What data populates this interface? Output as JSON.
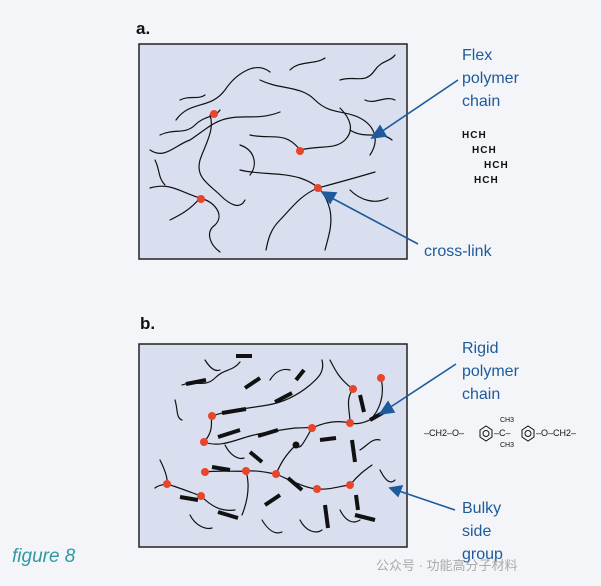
{
  "panels": {
    "a": {
      "label": "a."
    },
    "b": {
      "label": "b."
    }
  },
  "callouts": {
    "flex": {
      "line1": "Flex",
      "line2": "polymer",
      "line3": "chain"
    },
    "crosslink": {
      "text": "cross-link"
    },
    "rigid": {
      "line1": "Rigid",
      "line2": "polymer",
      "line3": "chain"
    },
    "bulky": {
      "line1": "Bulky",
      "line2": "side",
      "line3": "group"
    }
  },
  "flex_formula": [
    "HCH",
    "HCH",
    "HCH",
    "HCH"
  ],
  "rigid_formula": {
    "left": "–CH2–O–",
    "middle": "–C–",
    "right": "–O–CH2–",
    "top": "CH3",
    "bottom": "CH3"
  },
  "caption": "figure 8",
  "watermark": "公众号 · 功能高分子材料",
  "colors": {
    "panel_fill": "#d9dfef",
    "crosslink": "#e8452c",
    "callout": "#1e5a9c",
    "caption": "#2f9aa3"
  }
}
